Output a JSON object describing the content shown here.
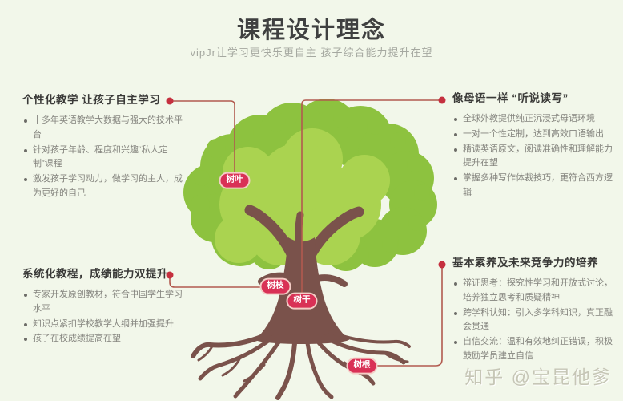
{
  "page": {
    "title": "课程设计理念",
    "subtitle": "vipJr让学习更快乐更自主 孩子综合能力提升在望",
    "watermark": "知乎 @宝昆他爹"
  },
  "blocks": {
    "top_left": {
      "heading": "个性化教学 让孩子自主学习",
      "bullets": [
        "十多年英语教学大数据与强大的技术平台",
        "针对孩子年龄、程度和兴趣“私人定制”课程",
        "激发孩子学习动力，做学习的主人，成为更好的自己"
      ]
    },
    "top_right": {
      "heading": "像母语一样 “听说读写”",
      "bullets": [
        "全球外教提供纯正沉浸式母语环境",
        "一对一个性定制，达到高效口语输出",
        "精读英语原文，阅读准确性和理解能力提升在望",
        "掌握多种写作体裁技巧，更符合西方逻辑"
      ]
    },
    "bottom_left": {
      "heading": "系统化教程，成绩能力双提升",
      "bullets": [
        "专家开发原创教材，符合中国学生学习水平",
        "知识点紧扣学校教学大纲并加强提升",
        "孩子在校成绩提高在望"
      ]
    },
    "bottom_right": {
      "heading": "基本素养及未来竞争力的培养",
      "bullets": [
        "辩证思考：探究性学习和开放式讨论，培养独立思考和质疑精神",
        "跨学科认知：引入多学科知识，真正融会贯通",
        "自信交流：温和有效地纠正错误，积极鼓励学员建立自信"
      ]
    }
  },
  "tree_labels": {
    "leaves": "树叶",
    "branches": "树枝",
    "trunk": "树干",
    "roots": "树根"
  },
  "colors": {
    "background": "#f2f7ea",
    "canopy_dark": "#8dc23f",
    "canopy_light": "#aad350",
    "trunk": "#7a524b",
    "connector_line": "#b25a4f",
    "label_pill": "#d93156",
    "accent_dot": "#c5303f"
  }
}
